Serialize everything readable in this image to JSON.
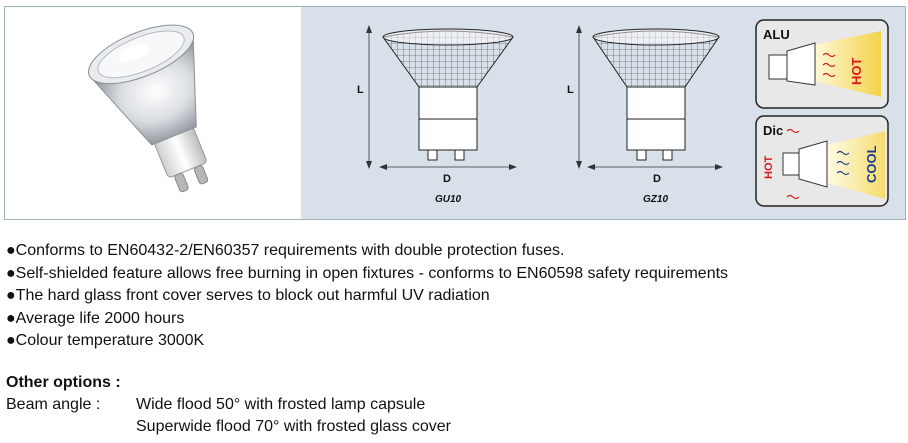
{
  "diagrams": {
    "gu10": {
      "dim_l": "L",
      "dim_d": "D",
      "caption": "GU10"
    },
    "gz10": {
      "dim_l": "L",
      "dim_d": "D",
      "caption": "GZ10"
    }
  },
  "badges": {
    "alu": {
      "title": "ALU",
      "side": "HOT"
    },
    "dic": {
      "title": "Dic",
      "side_left": "HOT",
      "side_right": "COOL"
    }
  },
  "bullets": [
    "●Conforms to EN60432-2/EN60357 requirements with double protection fuses.",
    "●Self-shielded feature allows free burning in open fixtures - conforms to EN60598 safety requirements",
    "●The hard glass front cover serves to block out harmful UV radiation",
    "●Average life 2000 hours",
    "●Colour temperature 3000K"
  ],
  "other": {
    "title": "Other options :",
    "beam_label": "Beam angle :",
    "options": [
      "Wide flood 50° with frosted lamp capsule",
      "Superwide flood 70° with frosted glass cover"
    ]
  },
  "colors": {
    "panel_bg": "#d8e1ea",
    "hot_red": "#d8181e",
    "cool_blue": "#1c3a8c",
    "glow_yellow": "#f6e07a"
  }
}
